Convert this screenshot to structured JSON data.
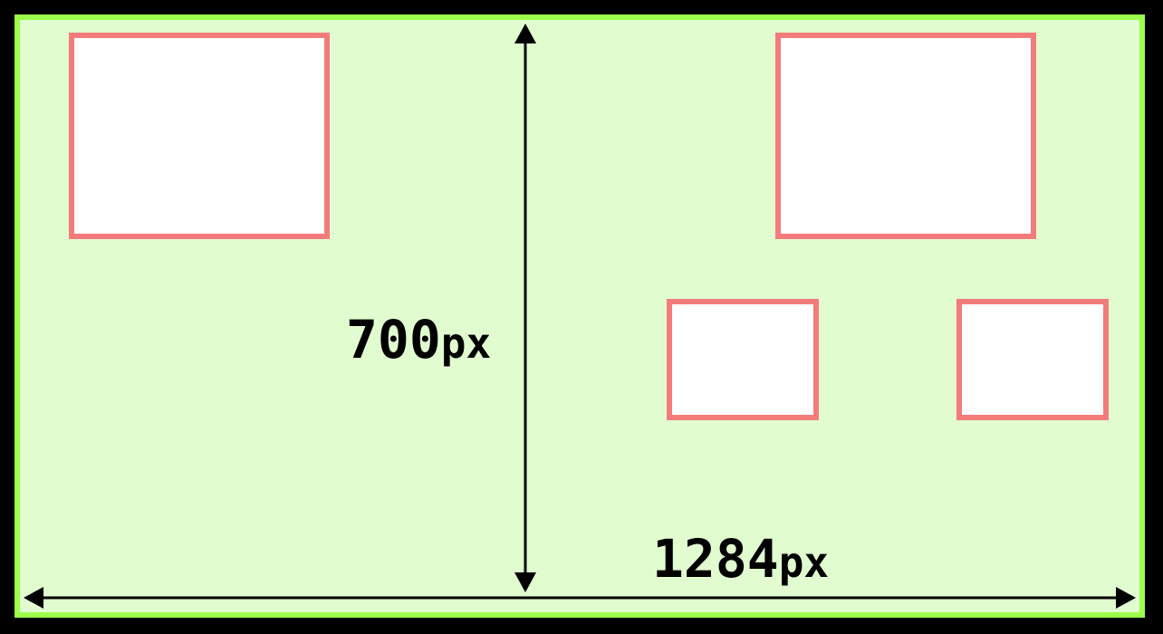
{
  "height_dimension": {
    "value": "700",
    "unit": "px"
  },
  "width_dimension": {
    "value": "1284",
    "unit": "px"
  },
  "colors": {
    "background": "#e1fdd0",
    "frame_border": "#9cff4a",
    "outer": "#000000",
    "box_border": "#f47b7b",
    "box_fill": "#ffffff",
    "arrow": "#000000"
  }
}
